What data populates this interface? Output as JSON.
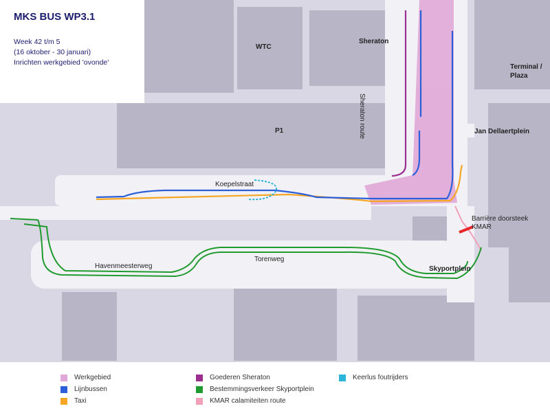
{
  "title": "MKS BUS WP3.1",
  "subtitle_lines": [
    "Week 42 t/m 5",
    "(16 oktober - 30 januari)",
    "Inrichten werkgebied 'ovonde'"
  ],
  "labels": {
    "wtc": "WTC",
    "sheraton": "Sheraton",
    "terminal_plaza_1": "Terminal /",
    "terminal_plaza_2": "Plaza",
    "p1": "P1",
    "jan_dellaertplein": "Jan Dellaertplein",
    "sheraton_route": "Sheraton route",
    "koepelstraat": "Koepelstraat",
    "barriere_1": "Barrière doorsteek",
    "barriere_2": "KMAR",
    "havenmeesterweg": "Havenmeesterweg",
    "torenweg": "Torenweg",
    "skyportplein": "Skyportplein"
  },
  "legend": [
    {
      "label": "Werkgebied",
      "color": "#e0a8d8"
    },
    {
      "label": "Lijnbussen",
      "color": "#2b5fd9"
    },
    {
      "label": "Taxi",
      "color": "#f5a623"
    },
    {
      "label": "Goederen Sheraton",
      "color": "#9b2e8f"
    },
    {
      "label": "Bestemmingsverkeer Skyportplein",
      "color": "#1e9a2e"
    },
    {
      "label": "KMAR calamiteiten route",
      "color": "#f2a0b8"
    },
    {
      "label": "Keerlus foutrijders",
      "color": "#2cb5d9"
    }
  ],
  "colors": {
    "background": "#d9d7e3",
    "building": "#b8b6c6",
    "road": "#f2f2f6",
    "barrier": "#e8262a",
    "title": "#1c1c6e"
  }
}
